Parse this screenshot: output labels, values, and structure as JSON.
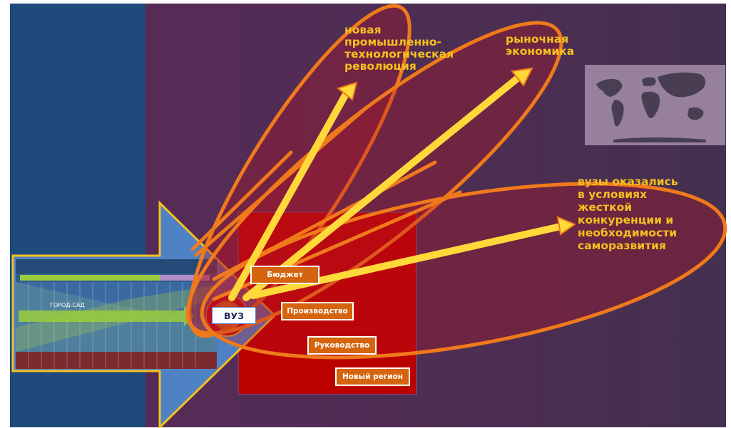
{
  "annotations": {
    "revolution": [
      "новая",
      "промышленно-",
      "технологическая",
      "революция"
    ],
    "market": [
      "рыночная",
      "экономика"
    ],
    "competition": [
      "вузы оказались",
      "в условиях",
      "жесткой",
      "конкуренции и",
      "необходимости",
      "саморазвития"
    ]
  },
  "tags": {
    "budget": "Бюджет",
    "production": "Производство",
    "management": "Руководство",
    "new_region": "Новый регион"
  },
  "center_label": "ВУЗ",
  "thumbnail": {
    "arrow_label": "ГОРОД-САД"
  },
  "colors": {
    "left_band": "#1f4a7c",
    "background": "#503056",
    "ellipse_stroke": "#f07a1b",
    "arrow": "#ffd83a",
    "annotation_text": "#f5c01f",
    "square": "#bb0000",
    "tag_fill": "#d4650e",
    "big_arrow": "#4f82c5"
  },
  "icons": {
    "world_map": "world-map-icon",
    "target": "target-rings-icon"
  }
}
